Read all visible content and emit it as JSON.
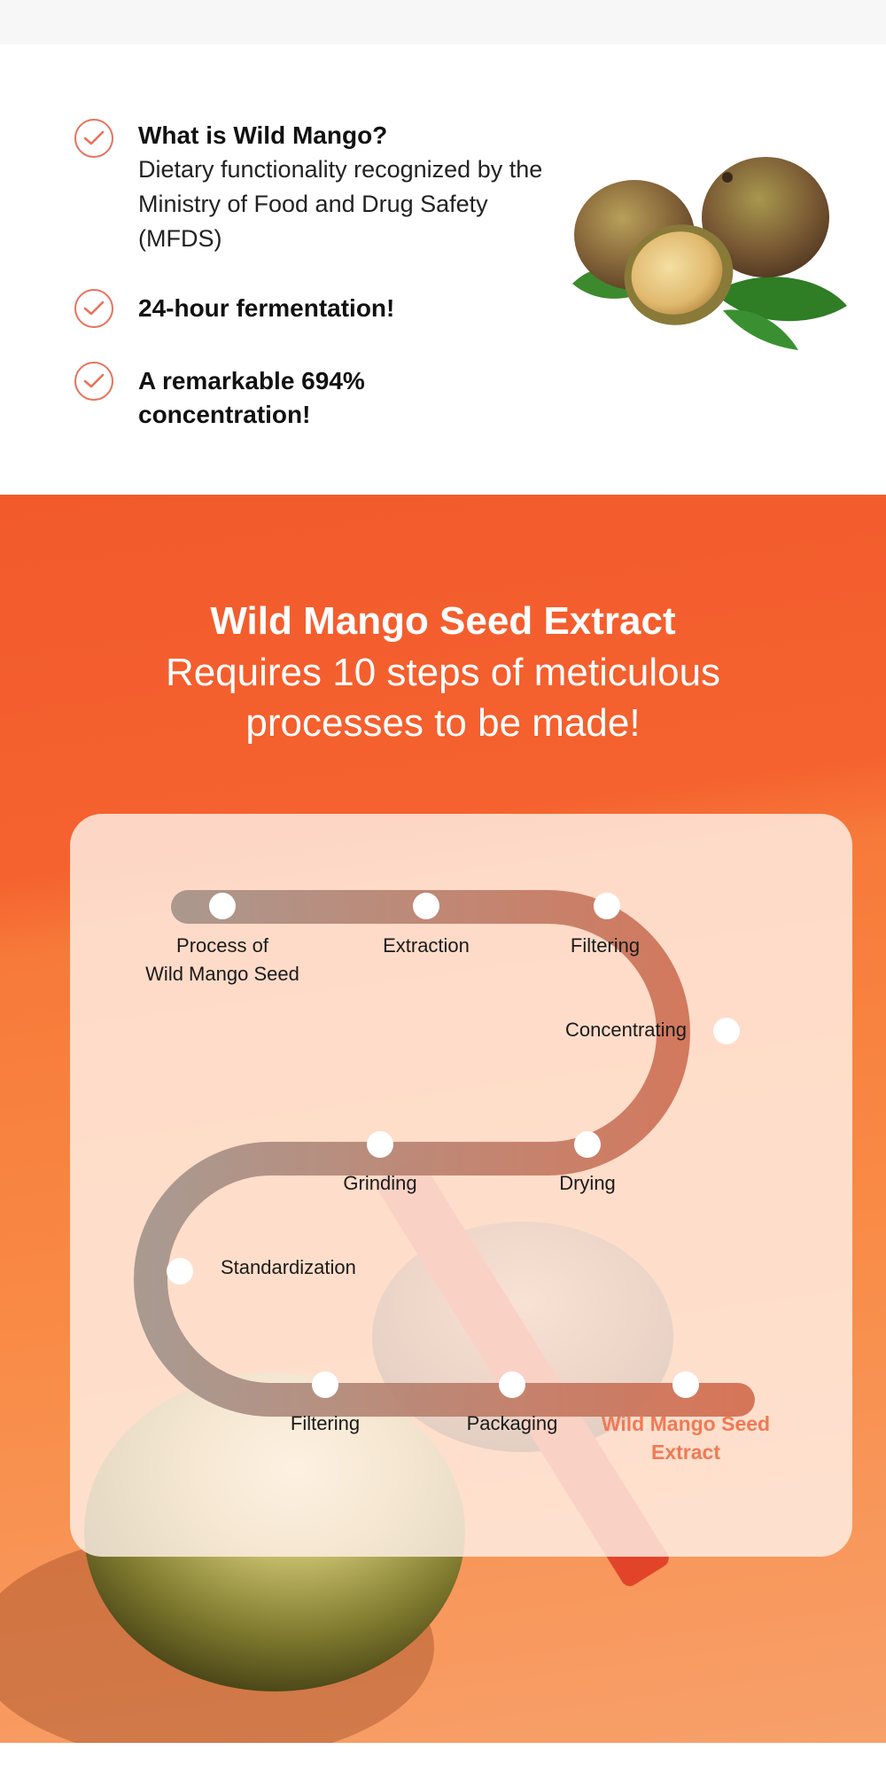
{
  "features": [
    {
      "title": "What is Wild Mango?",
      "desc": [
        "Dietary functionality recognized by the",
        "Ministry of Food and Drug Safety",
        "(MFDS)"
      ]
    },
    {
      "title": "24-hour fermentation!"
    },
    {
      "title": [
        "A remarkable 694%",
        "concentration!"
      ]
    }
  ],
  "process": {
    "title": "Wild Mango Seed Extract",
    "subtitle": "Requires 10 steps of meticulous processes to be made!",
    "steps": [
      {
        "label": [
          "Process of",
          "Wild Mango Seed"
        ]
      },
      {
        "label": "Extraction"
      },
      {
        "label": "Filtering"
      },
      {
        "label": "Concentrating"
      },
      {
        "label": "Drying"
      },
      {
        "label": "Grinding"
      },
      {
        "label": "Standardization"
      },
      {
        "label": "Filtering"
      },
      {
        "label": "Packaging"
      },
      {
        "label": [
          "Wild Mango Seed",
          "Extract"
        ]
      }
    ]
  },
  "colors": {
    "accent": "#e8725a",
    "orange": "#f25a2c",
    "final_label": "#f07a55"
  },
  "icons": {
    "check": "check-circle-icon"
  }
}
